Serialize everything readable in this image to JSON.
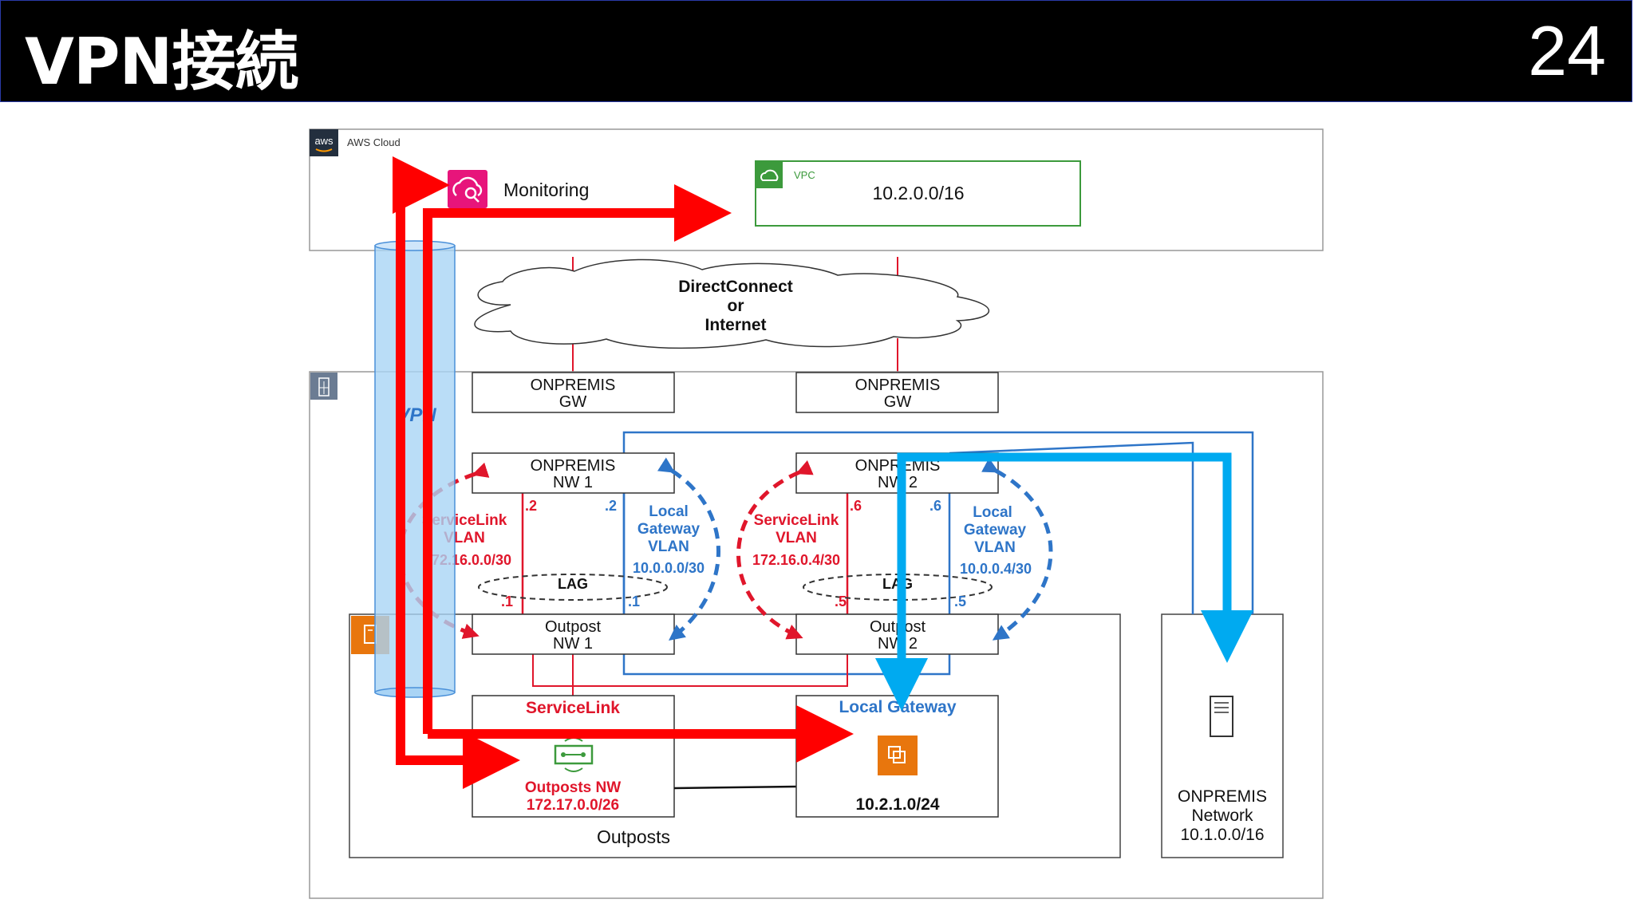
{
  "slide": {
    "title": "VPN接続",
    "page_number": "24"
  },
  "aws_cloud": {
    "label": "AWS Cloud",
    "logo_text": "aws"
  },
  "monitoring": {
    "label": "Monitoring"
  },
  "vpc": {
    "label": "VPC",
    "cidr": "10.2.0.0/16"
  },
  "cloud": {
    "line1": "DirectConnect",
    "line2": "or",
    "line3": "Internet"
  },
  "vpn_tube": {
    "label": "VPN"
  },
  "gw1": {
    "line1": "ONPREMIS",
    "line2": "GW"
  },
  "gw2": {
    "line1": "ONPREMIS",
    "line2": "GW"
  },
  "nw1": {
    "line1": "ONPREMIS",
    "line2": "NW 1"
  },
  "nw2": {
    "line1": "ONPREMIS",
    "line2": "NW 2"
  },
  "onw1": {
    "line1": "Outpost",
    "line2": "NW 1"
  },
  "onw2": {
    "line1": "Outpost",
    "line2": "NW 2"
  },
  "sl1": {
    "line1": "ServiceLink",
    "line2": "VLAN",
    "cidr": "172.16.0.0/30"
  },
  "lg1": {
    "line1": "Local",
    "line2": "Gateway",
    "line3": "VLAN",
    "cidr": "10.0.0.0/30"
  },
  "sl2": {
    "line1": "ServiceLink",
    "line2": "VLAN",
    "cidr": "172.16.0.4/30"
  },
  "lg2": {
    "line1": "Local",
    "line2": "Gateway",
    "line3": "VLAN",
    "cidr": "10.0.0.4/30"
  },
  "port_labels": {
    "p2a": ".2",
    "p2b": ".2",
    "p1a": ".1",
    "p1b": ".1",
    "p6a": ".6",
    "p6b": ".6",
    "p5a": ".5",
    "p5b": ".5"
  },
  "lag": {
    "label1": "LAG",
    "label2": "LAG"
  },
  "servicelink": {
    "label": "ServiceLink",
    "subnet_label": "Outposts NW",
    "subnet_cidr": "172.17.0.0/26"
  },
  "local_gateway": {
    "label": "Local Gateway",
    "cidr": "10.2.1.0/24"
  },
  "outposts": {
    "label": "Outposts"
  },
  "onpremis_network": {
    "line1": "ONPREMIS",
    "line2": "Network",
    "line3": "10.1.0.0/16"
  },
  "colors": {
    "red": "#ff0000",
    "dark_red": "#e0162b",
    "blue": "#2e75c8",
    "cyan": "#00aaf0",
    "vpc_green": "#3c9a3c",
    "monitoring_pink": "#e7157b",
    "outposts_orange": "#e8760d",
    "tube": "#a9d4f5"
  },
  "icons": [
    "aws-logo-icon",
    "monitoring-icon",
    "vpc-cloud-icon",
    "building-icon",
    "outposts-icon",
    "circuit-board-icon",
    "ec2-instance-icon",
    "server-icon"
  ]
}
